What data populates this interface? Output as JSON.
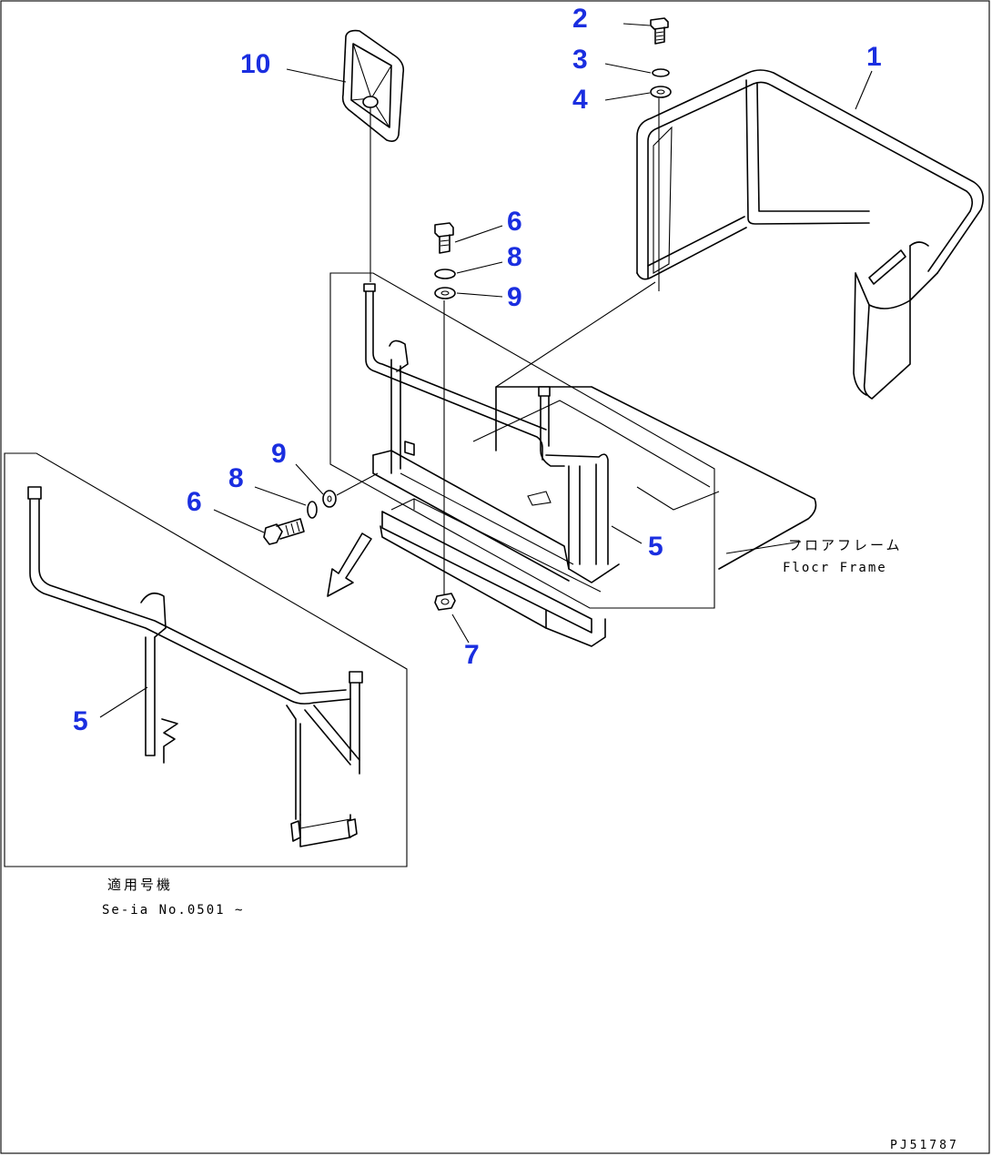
{
  "callouts": {
    "c1": "1",
    "c2": "2",
    "c3": "3",
    "c4": "4",
    "c5_main": "5",
    "c5_inset": "5",
    "c6_top": "6",
    "c6_left": "6",
    "c7": "7",
    "c8_top": "8",
    "c8_left": "8",
    "c9_top": "9",
    "c9_left": "9",
    "c10": "10"
  },
  "labels": {
    "floor_frame_jp": "フロアフレーム",
    "floor_frame_en": "Flocr Frame",
    "serial_jp": "適用号機",
    "serial_en": "Se-ia  No.0501 ~",
    "drawing_code": "PJ51787"
  },
  "colors": {
    "callout": "#1a2ee0",
    "line": "#000000",
    "background": "#ffffff"
  }
}
